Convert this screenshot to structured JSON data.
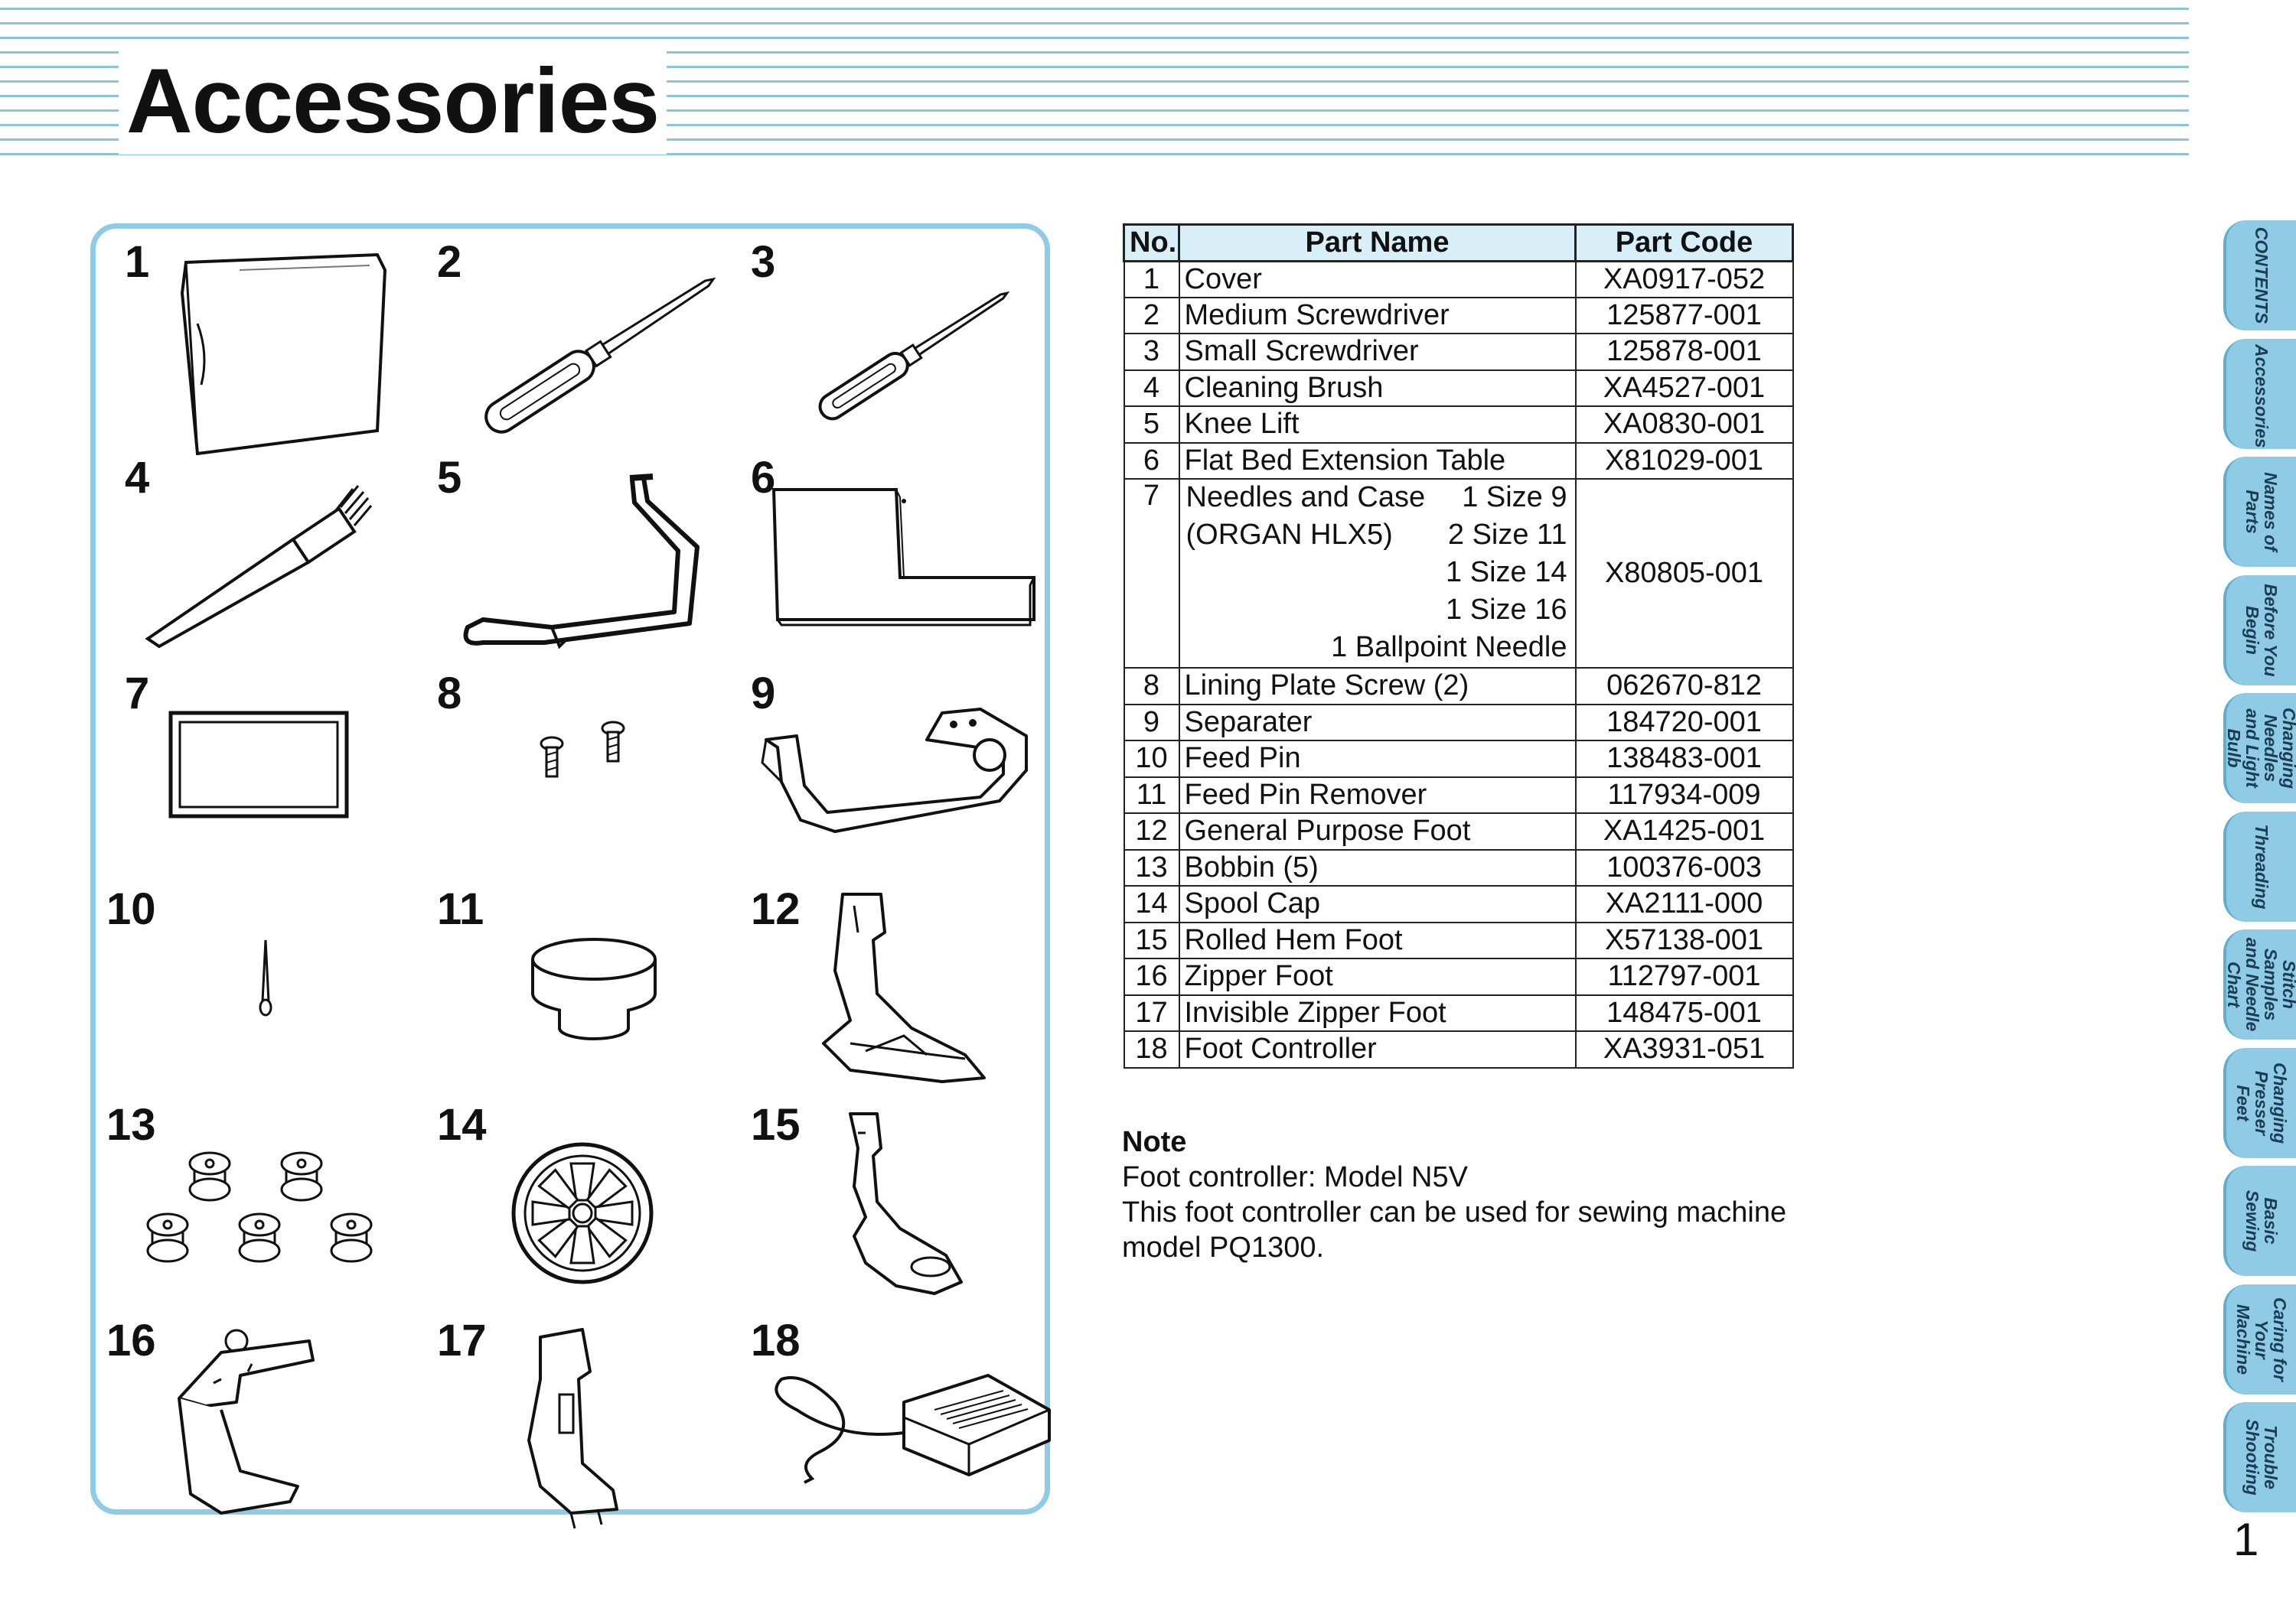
{
  "page": {
    "title": "Accessories",
    "page_number": "1"
  },
  "items": [
    {
      "no": "1",
      "name": "Cover",
      "code": "XA0917-052",
      "icon": "cover-icon"
    },
    {
      "no": "2",
      "name": "Medium Screwdriver",
      "code": "125877-001",
      "icon": "medium-screwdriver-icon"
    },
    {
      "no": "3",
      "name": "Small Screwdriver",
      "code": "125878-001",
      "icon": "small-screwdriver-icon"
    },
    {
      "no": "4",
      "name": "Cleaning Brush",
      "code": "XA4527-001",
      "icon": "cleaning-brush-icon"
    },
    {
      "no": "5",
      "name": "Knee Lift",
      "code": "XA0830-001",
      "icon": "knee-lift-icon"
    },
    {
      "no": "6",
      "name": "Flat Bed Extension Table",
      "code": "X81029-001",
      "icon": "extension-table-icon"
    },
    {
      "no": "7",
      "name": "Needles and Case",
      "code": "X80805-001",
      "icon": "needle-case-icon"
    },
    {
      "no": "8",
      "name": "Lining Plate Screw (2)",
      "code": "062670-812",
      "icon": "screws-icon"
    },
    {
      "no": "9",
      "name": "Separater",
      "code": "184720-001",
      "icon": "separater-icon"
    },
    {
      "no": "10",
      "name": "Feed Pin",
      "code": "138483-001",
      "icon": "feed-pin-icon"
    },
    {
      "no": "11",
      "name": "Feed Pin Remover",
      "code": "117934-009",
      "icon": "feed-pin-remover-icon"
    },
    {
      "no": "12",
      "name": "General Purpose Foot",
      "code": "XA1425-001",
      "icon": "general-purpose-foot-icon"
    },
    {
      "no": "13",
      "name": "Bobbin (5)",
      "code": "100376-003",
      "icon": "bobbins-icon"
    },
    {
      "no": "14",
      "name": "Spool Cap",
      "code": "XA2111-000",
      "icon": "spool-cap-icon"
    },
    {
      "no": "15",
      "name": "Rolled Hem Foot",
      "code": "X57138-001",
      "icon": "rolled-hem-foot-icon"
    },
    {
      "no": "16",
      "name": "Zipper Foot",
      "code": "112797-001",
      "icon": "zipper-foot-icon"
    },
    {
      "no": "17",
      "name": "Invisible Zipper Foot",
      "code": "148475-001",
      "icon": "invisible-zipper-foot-icon"
    },
    {
      "no": "18",
      "name": "Foot Controller",
      "code": "XA3931-051",
      "icon": "foot-controller-icon"
    }
  ],
  "table": {
    "headers": {
      "no": "No.",
      "name": "Part Name",
      "code": "Part Code"
    },
    "needles": {
      "line1": "Needles and Case",
      "line2": "(ORGAN HLX5)",
      "sizes": [
        "1 Size 9",
        "2 Size 11",
        "1 Size 14",
        "1 Size 16"
      ],
      "ballpoint": "1 Ballpoint Needle"
    }
  },
  "note": {
    "heading": "Note",
    "line1": "Foot controller: Model N5V",
    "line2": "This foot controller can be used for sewing machine model PQ1300."
  },
  "tabs": [
    {
      "label": "CONTENTS",
      "icon": "none"
    },
    {
      "label": "Accessories"
    },
    {
      "label": "Names of Parts"
    },
    {
      "label": "Before You Begin"
    },
    {
      "label": "Changing Needles and Light Bulb"
    },
    {
      "label": "Threading"
    },
    {
      "label": "Stitch Samples and Needle Chart"
    },
    {
      "label": "Changing Presser Feet"
    },
    {
      "label": "Basic Sewing"
    },
    {
      "label": "Caring for Your Machine"
    },
    {
      "label": "Trouble Shooting"
    }
  ],
  "colors": {
    "accent_blue": "#8fcbe4",
    "stripe_blue": "#8cc4dc",
    "header_fill": "#d8eff8"
  }
}
